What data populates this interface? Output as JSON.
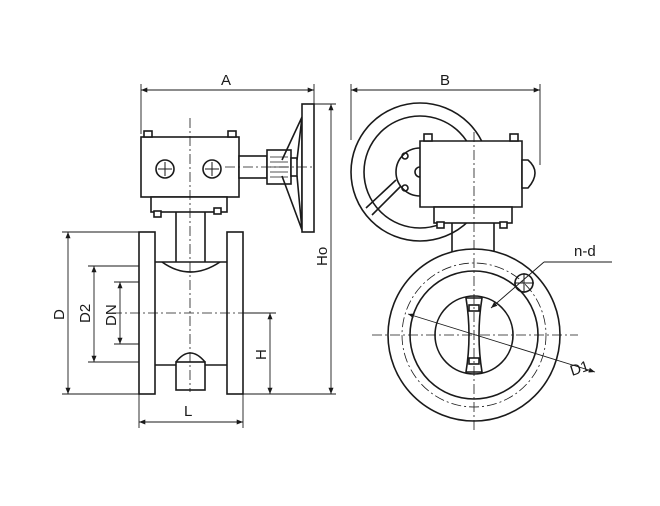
{
  "labels": {
    "A": "A",
    "B": "B",
    "Ho": "Ho",
    "D": "D",
    "D2": "D2",
    "DN": "DN",
    "H": "H",
    "L": "L",
    "n_d": "n-d",
    "D1": "D1"
  }
}
